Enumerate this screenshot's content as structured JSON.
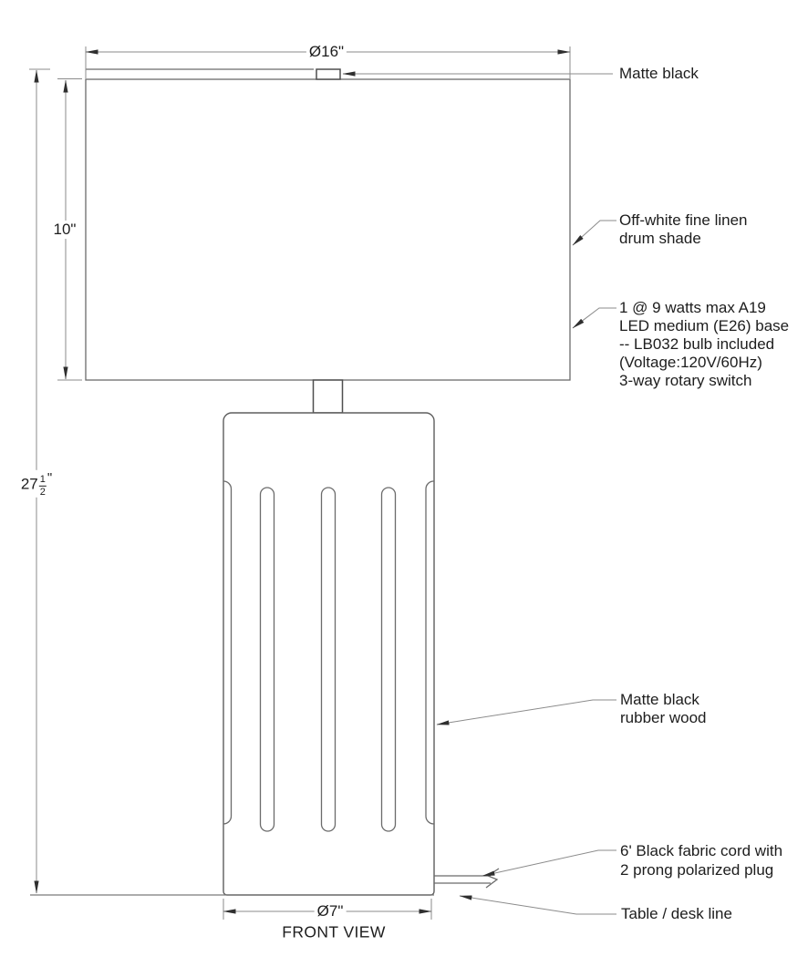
{
  "drawing": {
    "view_label": "FRONT VIEW",
    "dimensions": {
      "shade_diameter": "Ø16\"",
      "shade_height": "10\"",
      "total_height": {
        "whole": "27",
        "numerator": "1",
        "denominator": "2",
        "unit": "\""
      },
      "base_diameter": "Ø7\""
    },
    "annotations": {
      "finial": {
        "lines": [
          "Matte black"
        ]
      },
      "shade": {
        "lines": [
          "Off-white fine linen",
          "drum shade"
        ]
      },
      "bulb": {
        "lines": [
          "1 @ 9 watts max A19",
          "LED medium (E26) base",
          "-- LB032 bulb included",
          "(Voltage:120V/60Hz)",
          "3-way rotary switch"
        ]
      },
      "body": {
        "lines": [
          "Matte black",
          "rubber wood"
        ]
      },
      "cord": {
        "lines": [
          "6' Black fabric cord with",
          "2 prong polarized plug"
        ]
      },
      "table": {
        "lines": [
          "Table / desk line"
        ]
      }
    },
    "colors": {
      "outline": "#6b6b6b",
      "dimension_line": "#8b8b8b",
      "arrow": "#2f2f2f",
      "text": "#1d1d1d",
      "fill": "#ffffff"
    }
  }
}
